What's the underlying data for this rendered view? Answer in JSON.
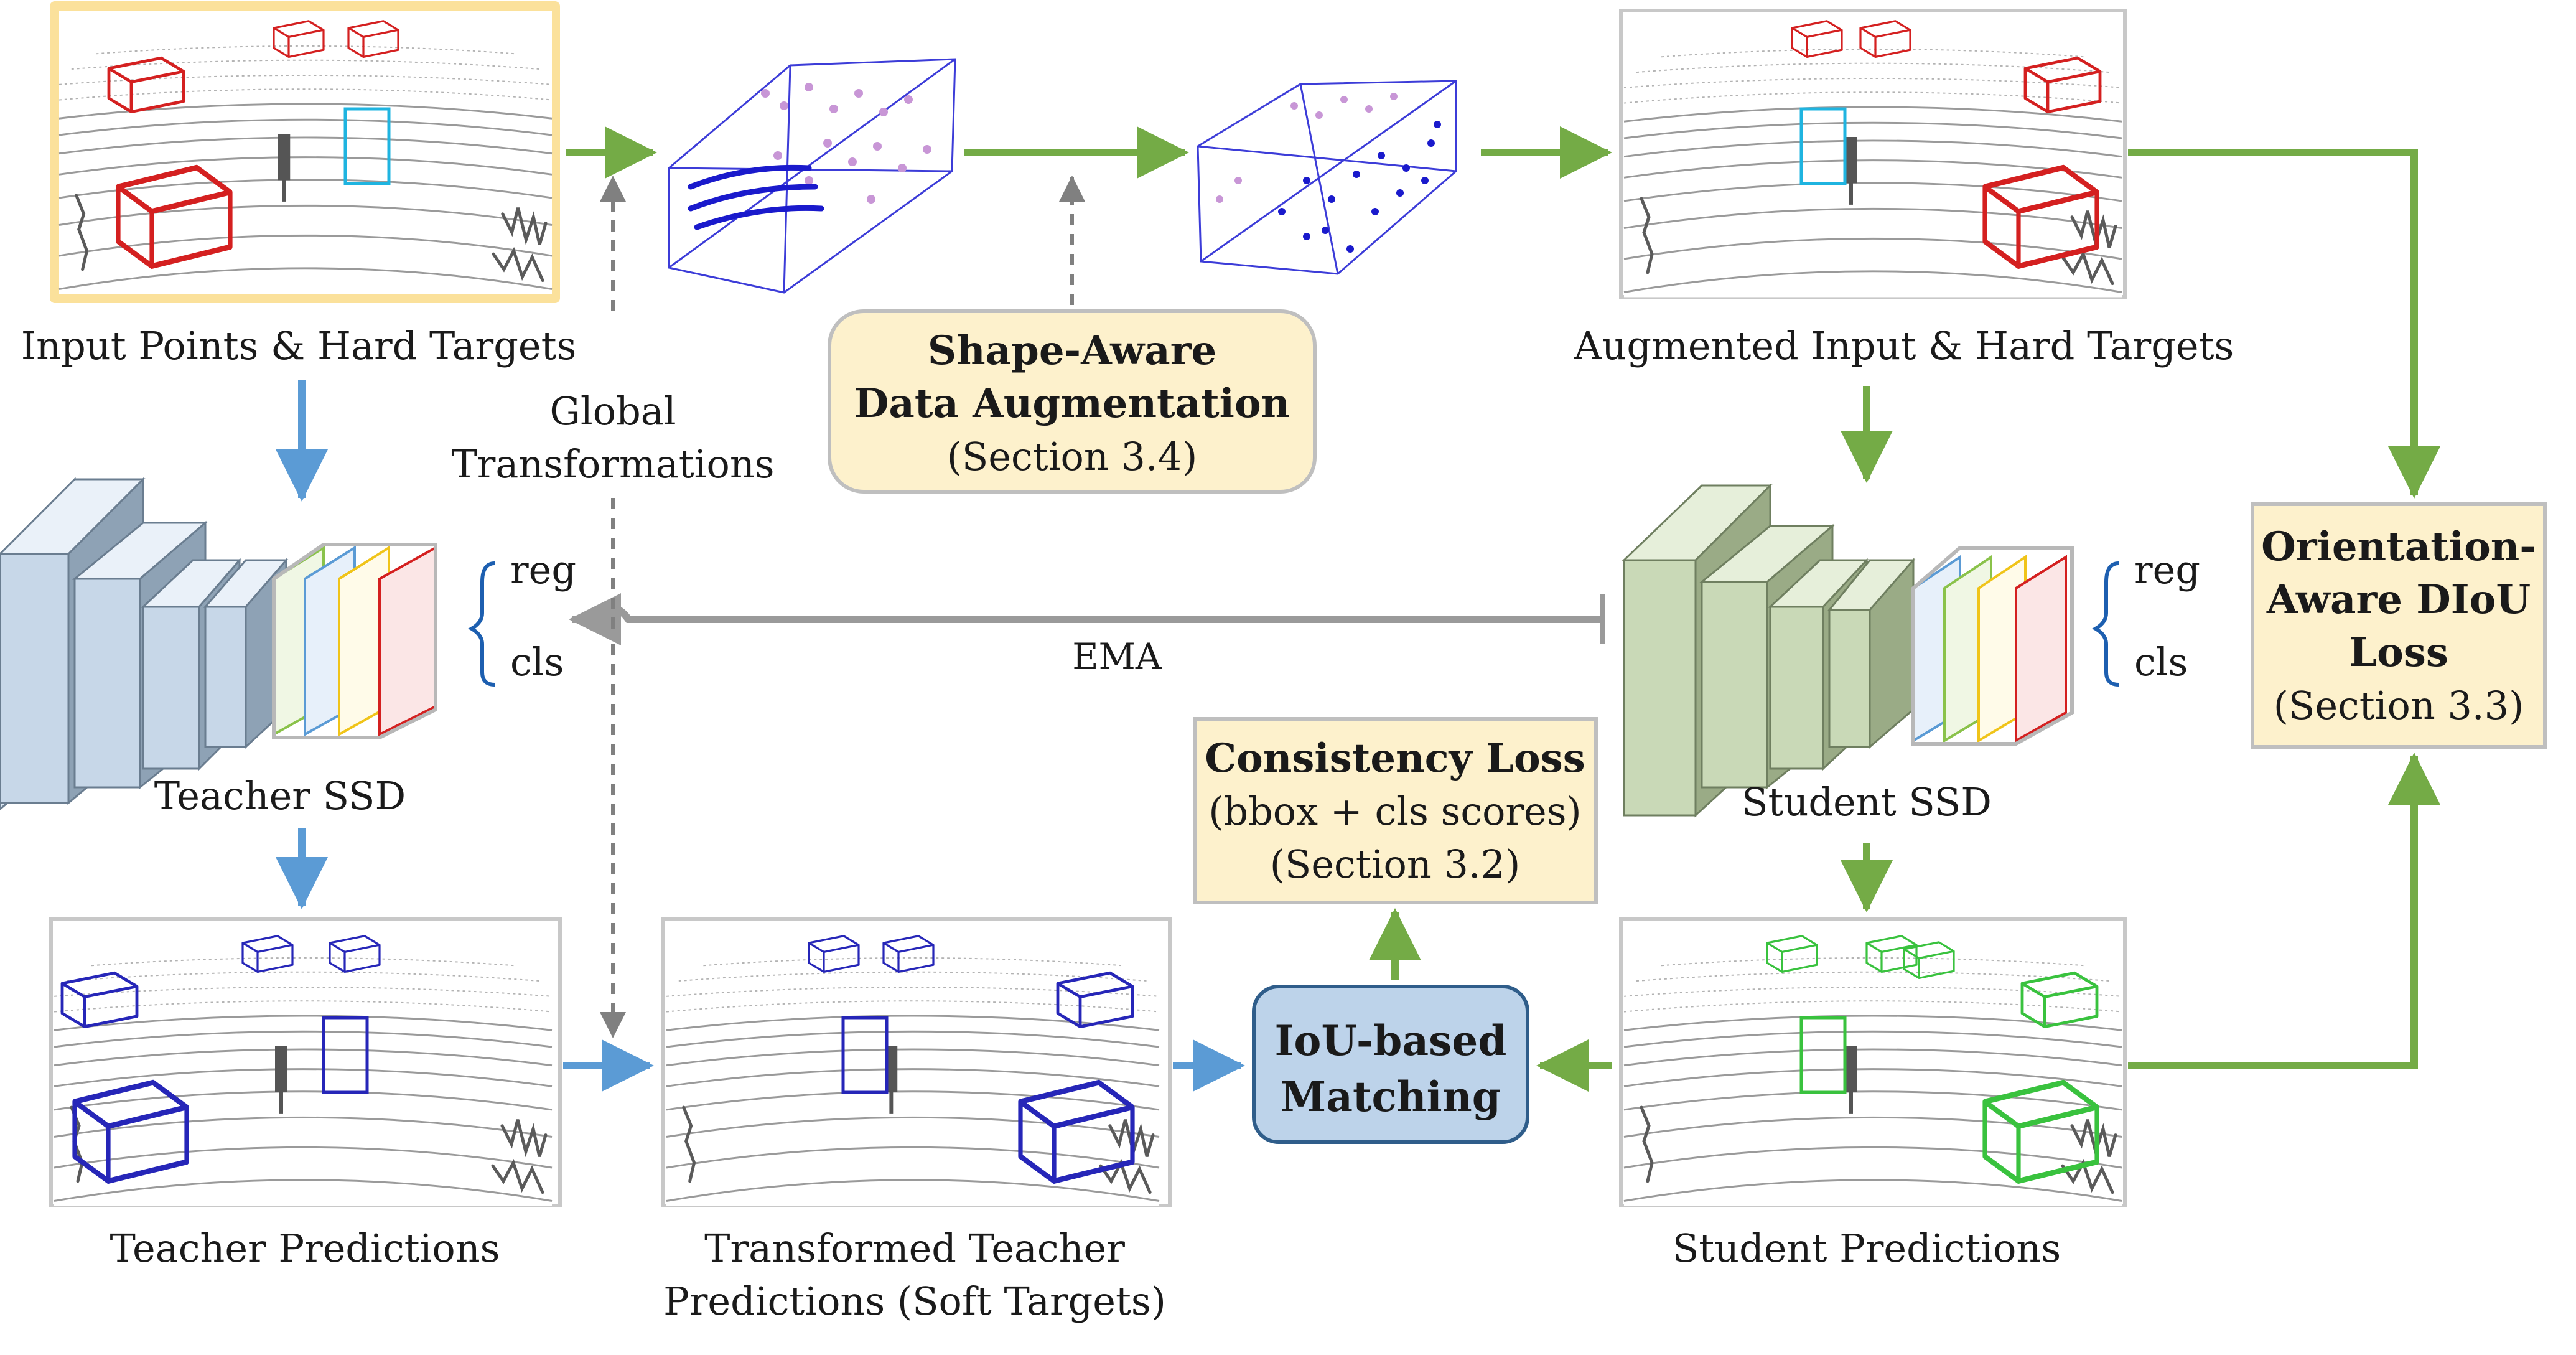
{
  "panels": {
    "input": "Input Points & Hard Targets",
    "augmented": "Augmented Input & Hard Targets",
    "teacher_predictions": "Teacher Predictions",
    "transformed_line1": "Transformed Teacher",
    "transformed_line2": "Predictions (Soft Targets)",
    "student_predictions": "Student Predictions"
  },
  "networks": {
    "teacher": "Teacher SSD",
    "student": "Student SSD",
    "reg": "reg",
    "cls": "cls"
  },
  "edges": {
    "global_line1": "Global",
    "global_line2": "Transformations",
    "ema": "EMA"
  },
  "boxes": {
    "shape_aware": {
      "line1": "Shape-Aware",
      "line2": "Data Augmentation",
      "line3": "(Section 3.4)"
    },
    "consistency": {
      "line1": "Consistency Loss",
      "line2": "(bbox + cls scores)",
      "line3": "(Section 3.2)"
    },
    "iou_matching": {
      "line1": "IoU-based",
      "line2": "Matching"
    },
    "orientation": {
      "line1": "Orientation-",
      "line2": "Aware DIoU",
      "line3": "Loss",
      "line4": "(Section 3.3)"
    }
  },
  "colors": {
    "green_arrow": "#74ab46",
    "blue_arrow": "#5b9bd5",
    "gray_arrow": "#9a9a9a",
    "box_fill": "#fdf1cc",
    "box_border": "#bfbfbf",
    "iou_fill": "#bdd3ea",
    "iou_border": "#2f5d8a",
    "input_highlight": "#fbe19b",
    "gt_box": "#d42020",
    "gt_focus_box": "#1fb4e0",
    "teacher_box": "#2626b8",
    "student_box": "#39c23e",
    "teacher_net": "#dce8f4",
    "student_net": "#dfe9d2"
  }
}
